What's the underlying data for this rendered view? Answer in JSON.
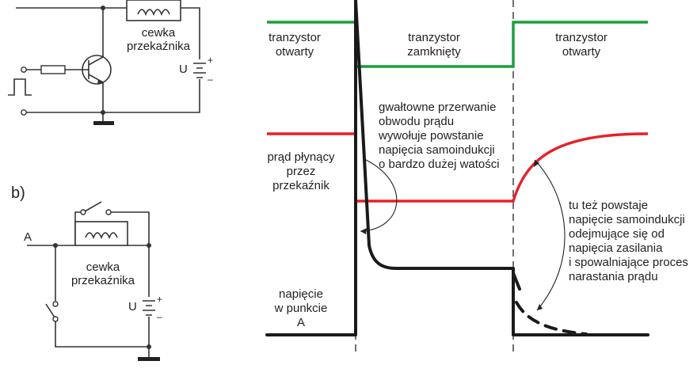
{
  "circuit_a": {
    "coil_label_1": "cewka",
    "coil_label_2": "przekaźnika",
    "supply_label": "U",
    "plus": "+",
    "minus": "–"
  },
  "circuit_b": {
    "section_label": "b)",
    "node_label": "A",
    "coil_label_1": "cewka",
    "coil_label_2": "przekaźnika",
    "supply_label": "U",
    "plus": "+",
    "minus": "–"
  },
  "timing": {
    "transistor_open_left": [
      "tranzystor",
      "otwarty"
    ],
    "transistor_closed": [
      "tranzystor",
      "zamknięty"
    ],
    "transistor_open_right": [
      "tranzystor",
      "otwarty"
    ],
    "current_label": [
      "prąd płynący",
      "przez",
      "przekaźnik"
    ],
    "voltage_label": [
      "napięcie",
      "w punkcie",
      "A"
    ],
    "note_interrupt": [
      "gwałtowne przerwanie",
      "obwodu prądu",
      "wywołuje powstanie",
      "napięcia samoindukcji",
      "o bardzo dużej watości"
    ],
    "note_recovery": [
      "tu też powstaje",
      "napięcie samoindukcji",
      "odejmujące się od",
      "napięcia zasilania",
      "i spowalniające proces",
      "narastania prądu"
    ]
  },
  "colors": {
    "transistor_state": "#1a9e3c",
    "relay_current": "#e8202a",
    "voltage_A": "#1a1a1a"
  }
}
